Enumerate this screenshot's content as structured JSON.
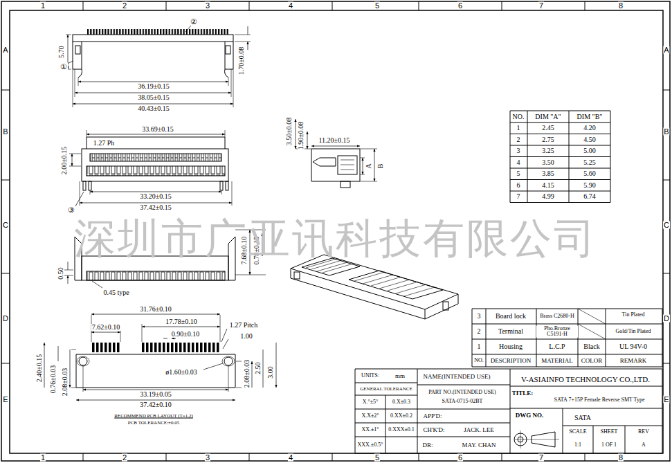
{
  "diagram": {
    "labels": [
      "1",
      "2",
      "3",
      "4",
      "5",
      "6",
      "7",
      "8",
      "1",
      "2",
      "3",
      "4",
      "5",
      "6",
      "7",
      "8",
      "A",
      "B",
      "C",
      "D",
      "E",
      "A",
      "B",
      "C",
      "D",
      "E",
      "①",
      "②",
      "5.70",
      "1.70±0.08",
      "36.19±0.15",
      "38.05±0.15",
      "40.43±0.15",
      "33.69±0.15",
      "1.27 Ph",
      "2.00±0.15",
      "33.20±0.15",
      "37.42±0.15",
      "③",
      "3.50±0.08",
      "1.90±0.08",
      "11.20±0.15",
      "A",
      "B",
      "NO.",
      "DIM \"A\"",
      "DIM \"B\"",
      "1",
      "2.45",
      "4.20",
      "2",
      "2.75",
      "4.50",
      "3",
      "3.25",
      "5.00",
      "4",
      "3.50",
      "5.25",
      "5",
      "3.85",
      "5.60",
      "6",
      "4.15",
      "5.90",
      "7",
      "4.99",
      "6.74",
      "0.50",
      "7.68±0.10",
      "0.78±0.15",
      "0.45 type",
      "深圳市广亚讯科技有限公司",
      "31.76±0.10",
      "7.62±0.10",
      "17.78±0.10",
      "0.90±0.10",
      "1.27 Pitch",
      "1.00",
      "2.40±0.15",
      "0.76±0.03",
      "2.08±0.03",
      "ø1.60±0.03",
      "2.08±0.03",
      "2.50",
      "3.00",
      "33.19±0.05",
      "37.42±0.10",
      "RECOMMEND PCB LAYOUT (T=1.2)",
      "PCB TOLERANCE:±0.05",
      "3",
      "Board lock",
      "Brass C2680-H",
      "Tin Plated",
      "2",
      "Terminal",
      "Pho.Bronze C5191-H",
      "Gold/Tin Plated",
      "1",
      "Housing",
      "L.C.P",
      "Black",
      "UL 94V-0",
      "NO.",
      "DESCRIPTION",
      "MATERIAL",
      "COLOR",
      "REMARK",
      "UNITS:",
      "mm",
      "GENERAL TOLERANCE",
      "X.°±5°",
      "0.X±0.3",
      "X.X±2°",
      "0.XX±0.2",
      "XX.±1°",
      "0.XXX±0.1",
      "XXX.±0.5°",
      "NAME(INTENDED USE)",
      "PART NO.(INTENDED USE)",
      "SATA-0715-02BT",
      "APP'D:",
      "CH'K'D:",
      "JACK. LEE",
      "DR:",
      "MAY. CHAN",
      "V-ASIAINFO TECHNOLOGY CO.,LTD.",
      "TITLE:",
      "SATA 7+15P Female Reverse SMT Type",
      "DWG NO.",
      "SATA",
      "SCALE",
      "SHEET",
      "REV",
      "1:1",
      "1 OF 1",
      "A"
    ]
  }
}
